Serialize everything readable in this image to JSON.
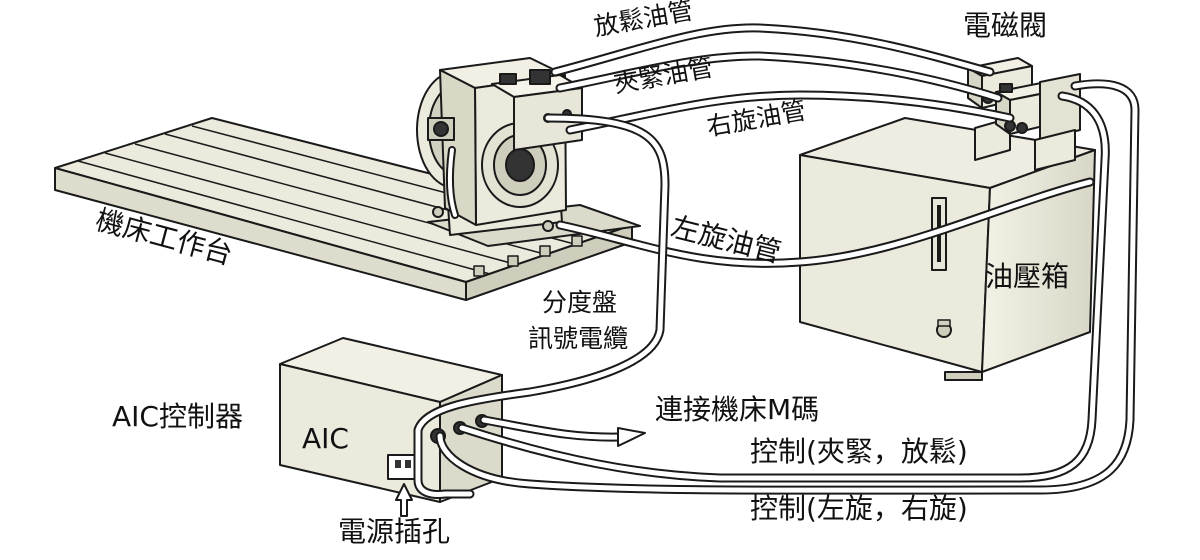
{
  "labels": {
    "solenoid_valve": "電磁閥",
    "release_hose": "放鬆油管",
    "clamp_hose": "夾緊油管",
    "right_rotate_hose": "右旋油管",
    "left_rotate_hose": "左旋油管",
    "machine_table": "機床工作台",
    "hydraulic_tank": "油壓箱",
    "indexer_signal_cable_line1": "分度盤",
    "indexer_signal_cable_line2": "訊號電纜",
    "aic_controller": "AIC控制器",
    "aic_box": "AIC",
    "connect_m_code": "連接機床M碼",
    "control_clamp_release": "控制(夾緊，放鬆)",
    "control_left_right": "控制(左旋，右旋)",
    "power_socket": "電源插孔"
  },
  "colors": {
    "background": "#ffffff",
    "equipment_fill": "#eceadc",
    "outline": "#1a1a1a",
    "text": "#111111"
  }
}
